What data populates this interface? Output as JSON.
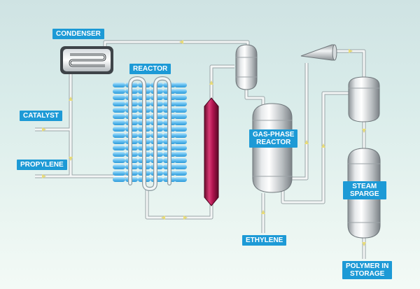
{
  "labels": {
    "condenser": "CONDENSER",
    "reactor": "REACTOR",
    "catalyst": "CATALYST",
    "propylene": "PROPYLENE",
    "gas_phase_reactor": [
      "GAS-PHASE",
      "REACTOR"
    ],
    "ethylene": "ETHYLENE",
    "steam_sparge": [
      "STEAM",
      "SPARGE"
    ],
    "polymer_storage": [
      "POLYMER IN",
      "STORAGE"
    ]
  },
  "colors": {
    "label_bg": "#1d9ad6",
    "label_text": "#ffffff",
    "pipe": "#f4f6f6",
    "flow_arrow": "#e8dc7a",
    "reactor_coil": "#7ecbf3",
    "column": "#b0144f",
    "vessel": "#c8cdd0"
  }
}
